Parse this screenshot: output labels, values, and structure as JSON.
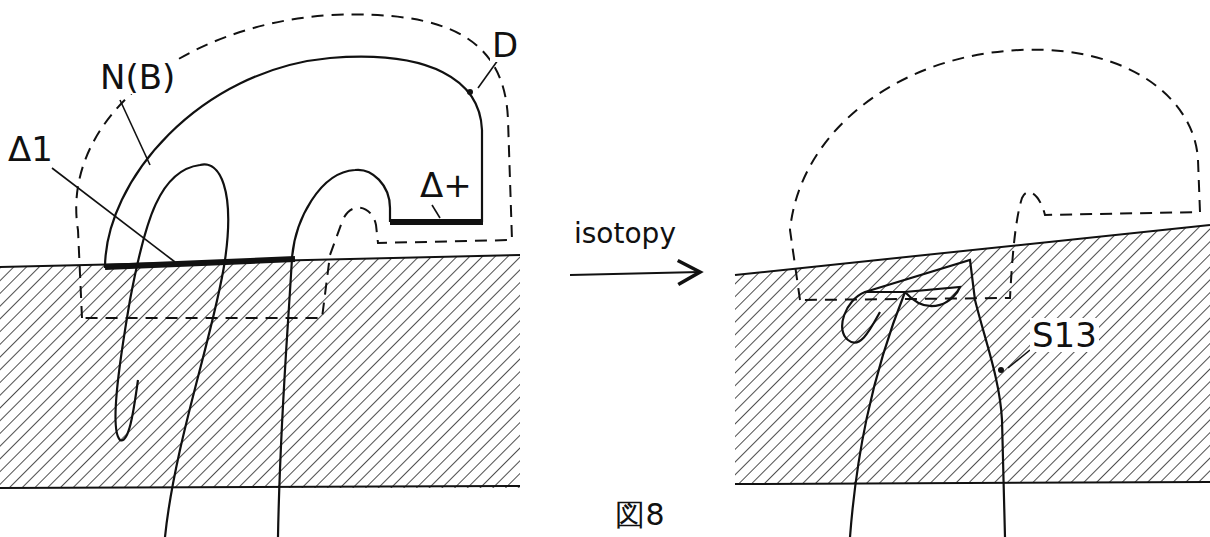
{
  "diagram": {
    "caption": "図8",
    "labels": [
      "N(B)",
      "D",
      "Δ1",
      "Δ+",
      "isotopy",
      "S13"
    ]
  }
}
